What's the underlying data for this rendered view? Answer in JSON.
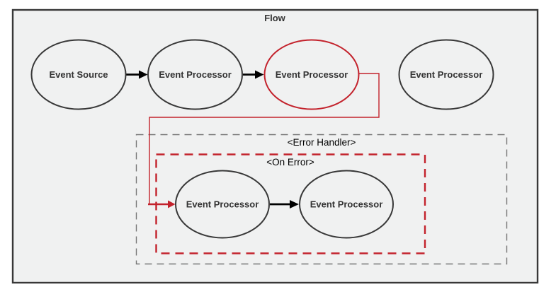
{
  "flow": {
    "title": "Flow"
  },
  "nodes": [
    {
      "id": "event-source",
      "label": "Event Source"
    },
    {
      "id": "event-processor-1",
      "label": "Event Processor"
    },
    {
      "id": "event-processor-failing",
      "label": "Event Processor"
    },
    {
      "id": "event-processor-2",
      "label": "Event Processor"
    },
    {
      "id": "on-error-processor-1",
      "label": "Event Processor"
    },
    {
      "id": "on-error-processor-2",
      "label": "Event Processor"
    }
  ],
  "scopes": {
    "error_handler": {
      "label": "<Error Handler>"
    },
    "on_error": {
      "label": "<On Error>"
    }
  },
  "colors": {
    "red": "#c3222c",
    "node_stroke": "#383838",
    "text": "#333333",
    "canvas_fill": "#f0f1f1",
    "dashed_gray": "#757575",
    "arrow_black": "#000000",
    "page_bg": "#ffffff"
  }
}
